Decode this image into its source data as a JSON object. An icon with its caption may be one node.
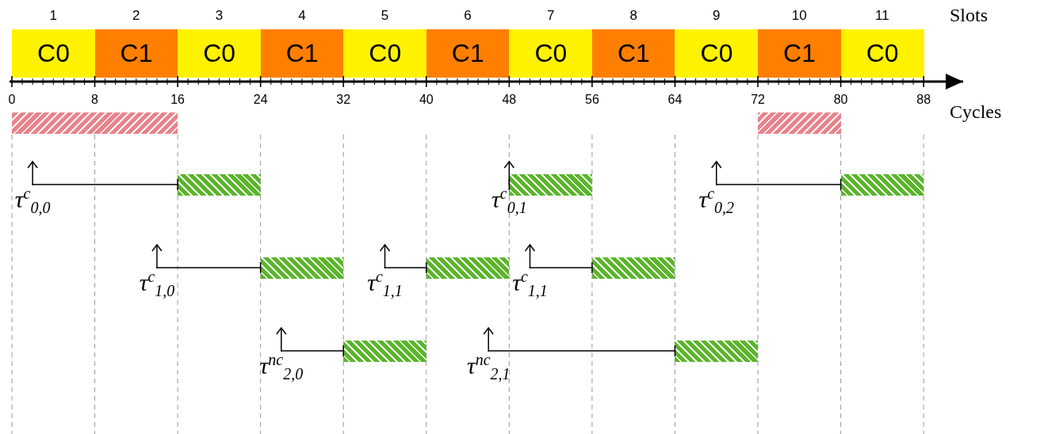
{
  "diagram": {
    "nodes": [
      {
        "text": [
          "C0"
        ]
      },
      {
        "text": [
          "C1"
        ]
      },
      {
        "text": [
          "C0"
        ]
      },
      {
        "text": [
          "C1"
        ]
      },
      {
        "text": [
          "C0"
        ]
      },
      {
        "text": [
          "C1"
        ]
      },
      {
        "text": [
          "C0"
        ]
      },
      {
        "text": [
          "C1"
        ]
      },
      {
        "text": [
          "C0"
        ]
      },
      {
        "text": [
          "C1"
        ]
      },
      {
        "text": [
          "C0"
        ]
      },
      {
        "text": [
          "τ$^{c}$$_{0,0}$"
        ]
      },
      {
        "text": [],
        "shape": "bar"
      },
      {
        "text": [
          "τ$^{c}$$_{0,1}$"
        ]
      },
      {
        "text": [],
        "shape": "bar"
      },
      {
        "text": [
          "τ$^{c}$$_{0,2}$"
        ]
      },
      {
        "text": [],
        "shape": "bar"
      },
      {
        "text": [
          "τ$^{c}$$_{1,0}$"
        ]
      },
      {
        "text": [],
        "shape": "bar"
      },
      {
        "text": [
          "τ$^{c}$$_{1,1}$"
        ]
      },
      {
        "text": [],
        "shape": "bar"
      },
      {
        "text": [
          "τ$^{c}$$_{1,1}$"
        ]
      },
      {
        "text": [],
        "shape": "bar"
      },
      {
        "text": [
          "τ$^{nc}$$_{2,0}$"
        ]
      },
      {
        "text": [],
        "shape": "bar"
      },
      {
        "text": [
          "τ$^{nc}$$_{2,1}$"
        ]
      },
      {
        "text": [],
        "shape": "bar"
      },
      {
        "text": [],
        "shape": "bar"
      },
      {
        "text": [],
        "shape": "bar"
      }
    ],
    "edges": [
      {
        "from": 11,
        "to": 12,
        "arrow": "other"
      },
      {
        "from": 13,
        "to": 14,
        "arrow": "other"
      },
      {
        "from": 15,
        "to": 16,
        "arrow": "other"
      },
      {
        "from": 17,
        "to": 18,
        "arrow": "other"
      },
      {
        "from": 19,
        "to": 20,
        "arrow": "other"
      },
      {
        "from": 21,
        "to": 22,
        "arrow": "other"
      },
      {
        "from": 23,
        "to": 24,
        "arrow": "other"
      },
      {
        "from": 25,
        "to": 26,
        "arrow": "other"
      }
    ],
    "labels": [
      "1",
      "2",
      "3",
      "4",
      "5",
      "6",
      "7",
      "8",
      "9",
      "10",
      "11",
      "Slots",
      "0",
      "8",
      "16",
      "24",
      "32",
      "40",
      "48",
      "56",
      "64",
      "72",
      "80",
      "88",
      "Cycles"
    ]
  }
}
